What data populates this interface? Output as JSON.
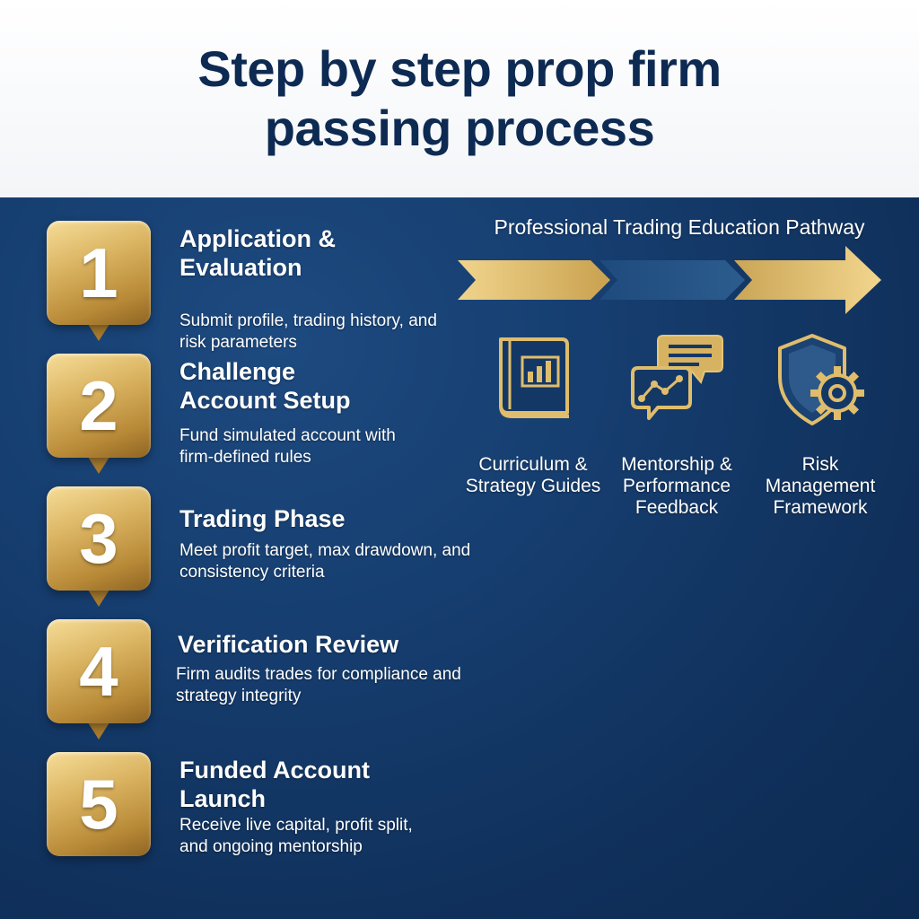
{
  "title": "Step by step prop firm passing process",
  "colors": {
    "navy": "#0d2a52",
    "gold": "#d9b25f",
    "panel": "#163e70"
  },
  "steps": [
    {
      "number": "1",
      "title": "Application & Evaluation",
      "description": "Submit profile, trading history, and risk parameters"
    },
    {
      "number": "2",
      "title": "Challenge Account Setup",
      "description": "Fund simulated account with firm-defined rules"
    },
    {
      "number": "3",
      "title": "Trading Phase",
      "description": "Meet profit target, max drawdown, and consistency criteria"
    },
    {
      "number": "4",
      "title": "Verification Review",
      "description": "Firm audits trades for compliance and strategy integrity"
    },
    {
      "number": "5",
      "title": "Funded Account Launch",
      "description": "Receive live capital, profit split, and ongoing mentorship"
    }
  ],
  "pathway": {
    "title": "Professional Trading Education Pathway",
    "features": [
      {
        "icon": "book-chart-icon",
        "label": "Curriculum & Strategy Guides"
      },
      {
        "icon": "chat-chart-icon",
        "label": "Mentorship & Performance Feedback"
      },
      {
        "icon": "shield-gear-icon",
        "label": "Risk Management Framework"
      }
    ]
  }
}
